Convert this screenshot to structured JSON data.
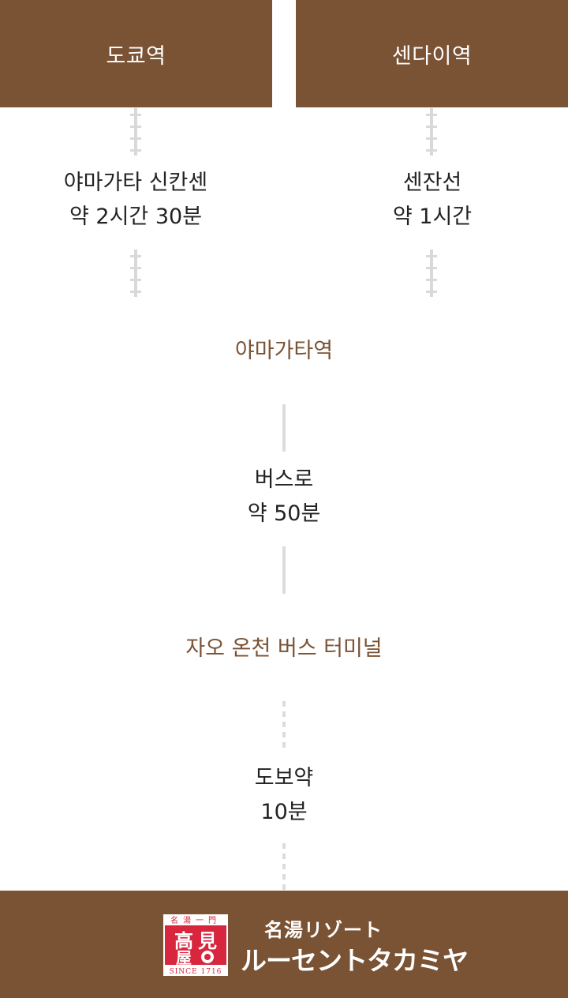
{
  "origins": {
    "tokyo": "도쿄역",
    "sendai": "센다이역"
  },
  "routes": {
    "tokyo": {
      "line": "야마가타 신칸센",
      "time": "약 2시간 30분"
    },
    "sendai": {
      "line": "센잔선",
      "time": "약 1시간"
    }
  },
  "stations": {
    "yamagata": "야마가타역",
    "zao": "자오 온천 버스 터미널"
  },
  "bus": {
    "line": "버스로",
    "time": "약 50분"
  },
  "walk": {
    "line": "도보약",
    "time": "10분"
  },
  "footer": {
    "seal_text_top": "名湯一門",
    "seal_text_main": "高見屋",
    "seal_text_bottom": "SINCE 1716",
    "brand_sub": "名湯リゾート",
    "brand_main": "ルーセントタカミヤ"
  },
  "colors": {
    "brand": "#7a5234",
    "line": "#dcdcdc",
    "seal": "#d7263d"
  }
}
